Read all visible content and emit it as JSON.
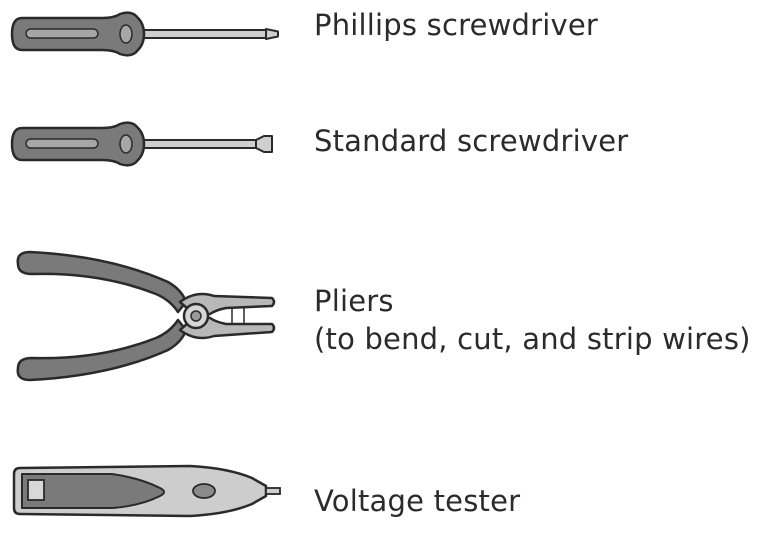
{
  "tools": [
    {
      "icon": "phillips-screwdriver-icon",
      "label": "Phillips screwdriver"
    },
    {
      "icon": "standard-screwdriver-icon",
      "label": "Standard screwdriver"
    },
    {
      "icon": "pliers-icon",
      "label": "Pliers",
      "note": "(to bend, cut, and strip wires)"
    },
    {
      "icon": "voltage-tester-icon",
      "label": "Voltage tester"
    }
  ],
  "colors": {
    "outline": "#2a2a2a",
    "handle": "#7a7a7a",
    "handle_light": "#a6a6a6",
    "shaft": "#cfcfcf",
    "tester_body": "#cdcdcd",
    "text": "#2b2b2b"
  }
}
